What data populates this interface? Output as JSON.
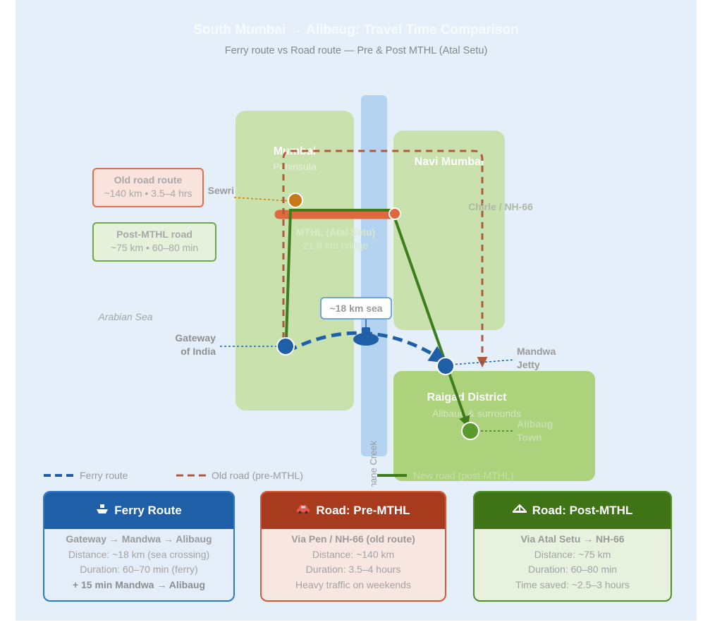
{
  "title": "South Mumbai → Alibaug: Travel Time Comparison",
  "subtitle": "Ferry route vs Road route — Pre & Post MTHL (Atal Setu)",
  "map": {
    "regions": {
      "mumbai": {
        "name": "Mumbai",
        "sub": "Peninsula"
      },
      "navi_mumbai": {
        "name": "Navi Mumbai"
      },
      "raigad": {
        "name": "Raigad District",
        "sub": "Alibaug & surrounds"
      },
      "creek": "Thane Creek",
      "sea": "Arabian Sea"
    },
    "places": {
      "sewri": "Sewri",
      "chirle": "Chirle / NH-66",
      "gateway_line1": "Gateway",
      "gateway_line2": "of India",
      "mandwa_line1": "Mandwa",
      "mandwa_line2": "Jetty",
      "alibaug_line1": "Alibaug",
      "alibaug_line2": "Town"
    },
    "mthl": {
      "name": "MTHL (Atal Setu)",
      "length": "21.8 km bridge"
    },
    "sea_distance": "~18 km sea"
  },
  "callouts": {
    "old_road": {
      "title": "Old road route",
      "detail": "~140 km • 3.5–4 hrs"
    },
    "new_road": {
      "title": "Post-MTHL road",
      "detail": "~75 km • 60–80 min"
    }
  },
  "legend": {
    "ferry": "Ferry route",
    "old_road": "Old road (pre-MTHL)",
    "new_road": "New road (post-MTHL)"
  },
  "cards": [
    {
      "icon": "ship-icon",
      "title": "Ferry Route",
      "route": "Gateway → Mandwa → Alibaug",
      "line1": "Distance: ~18 km (sea crossing)",
      "line2": "Duration: 60–70 min (ferry)",
      "line3": "+ 15 min Mandwa → Alibaug"
    },
    {
      "icon": "car-icon",
      "title": "Road: Pre-MTHL",
      "route": "Via Pen / NH-66 (old route)",
      "line1": "Distance: ~140 km",
      "line2": "Duration: 3.5–4 hours",
      "line3": "Heavy traffic on weekends"
    },
    {
      "icon": "bridge-icon",
      "title": "Road: Post-MTHL",
      "route": "Via Atal Setu → NH-66",
      "line1": "Distance: ~75 km",
      "line2": "Duration: 60–80 min",
      "line3": "Time saved: ~2.5–3 hours"
    }
  ],
  "colors": {
    "ferry": "#1f5fa8",
    "old_road": "#b05a3c",
    "new_road": "#3e7d1e",
    "mthl_bridge": "#e0683e",
    "sewri_dot": "#c57a17",
    "land": "#c9e2ad",
    "raigad_land": "#acd27c",
    "creek": "#b3d3f1",
    "background": "#e4effa"
  }
}
